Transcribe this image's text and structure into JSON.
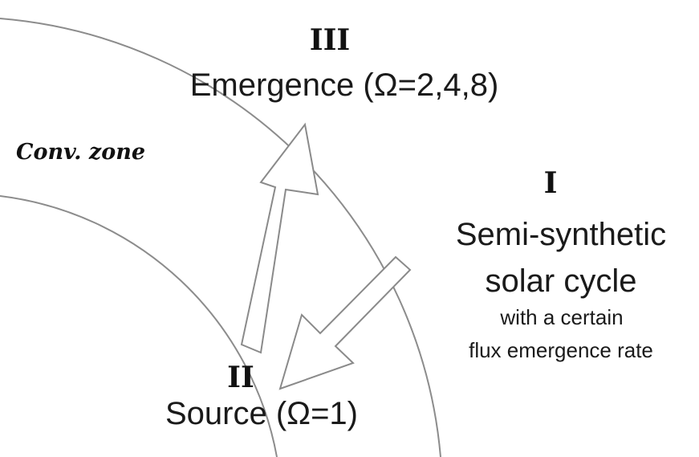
{
  "labels": {
    "emergence_numeral": "III",
    "emergence_text": "Emergence (Ω=2,4,8)",
    "zone_label": "Conv. zone",
    "cycle_numeral": "I",
    "cycle_line1": "Semi-synthetic",
    "cycle_line2": "solar cycle",
    "cycle_line3": "with a certain",
    "cycle_line4": "flux emergence rate",
    "source_numeral": "II",
    "source_text": "Source (Ω=1)"
  },
  "colors": {
    "circle_stroke": "#8c8c8c",
    "arrow_stroke": "#8a8a8a",
    "arrow_fill": "#ffffff",
    "text": "#1a1a1a"
  },
  "shapes": {
    "outer_boundary": "solar-surface-arc",
    "inner_boundary": "convection-zone-base-arc",
    "arrow_up": "hollow-arrow-source-to-emergence",
    "arrow_down": "hollow-arrow-cycle-to-source"
  }
}
